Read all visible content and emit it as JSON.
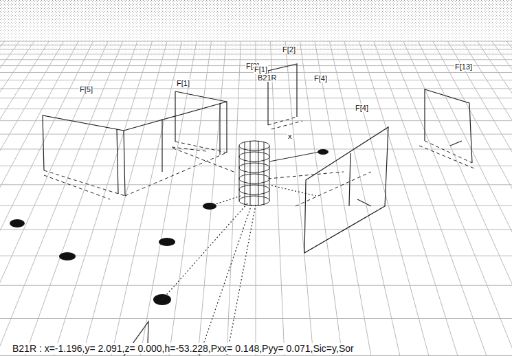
{
  "diagram": {
    "labels": [
      "F[2]",
      "F[3]",
      "F[1]",
      "B21R",
      "F[4]",
      "F[13]",
      "F[5]",
      "F[1]",
      "F[4]",
      "x",
      "B21R : x=-1.196,y= 2.091,z= 0.000,h=-53.228,Pxx= 0.148,Pyy= 0.071,Sic=y,Sor"
    ]
  }
}
